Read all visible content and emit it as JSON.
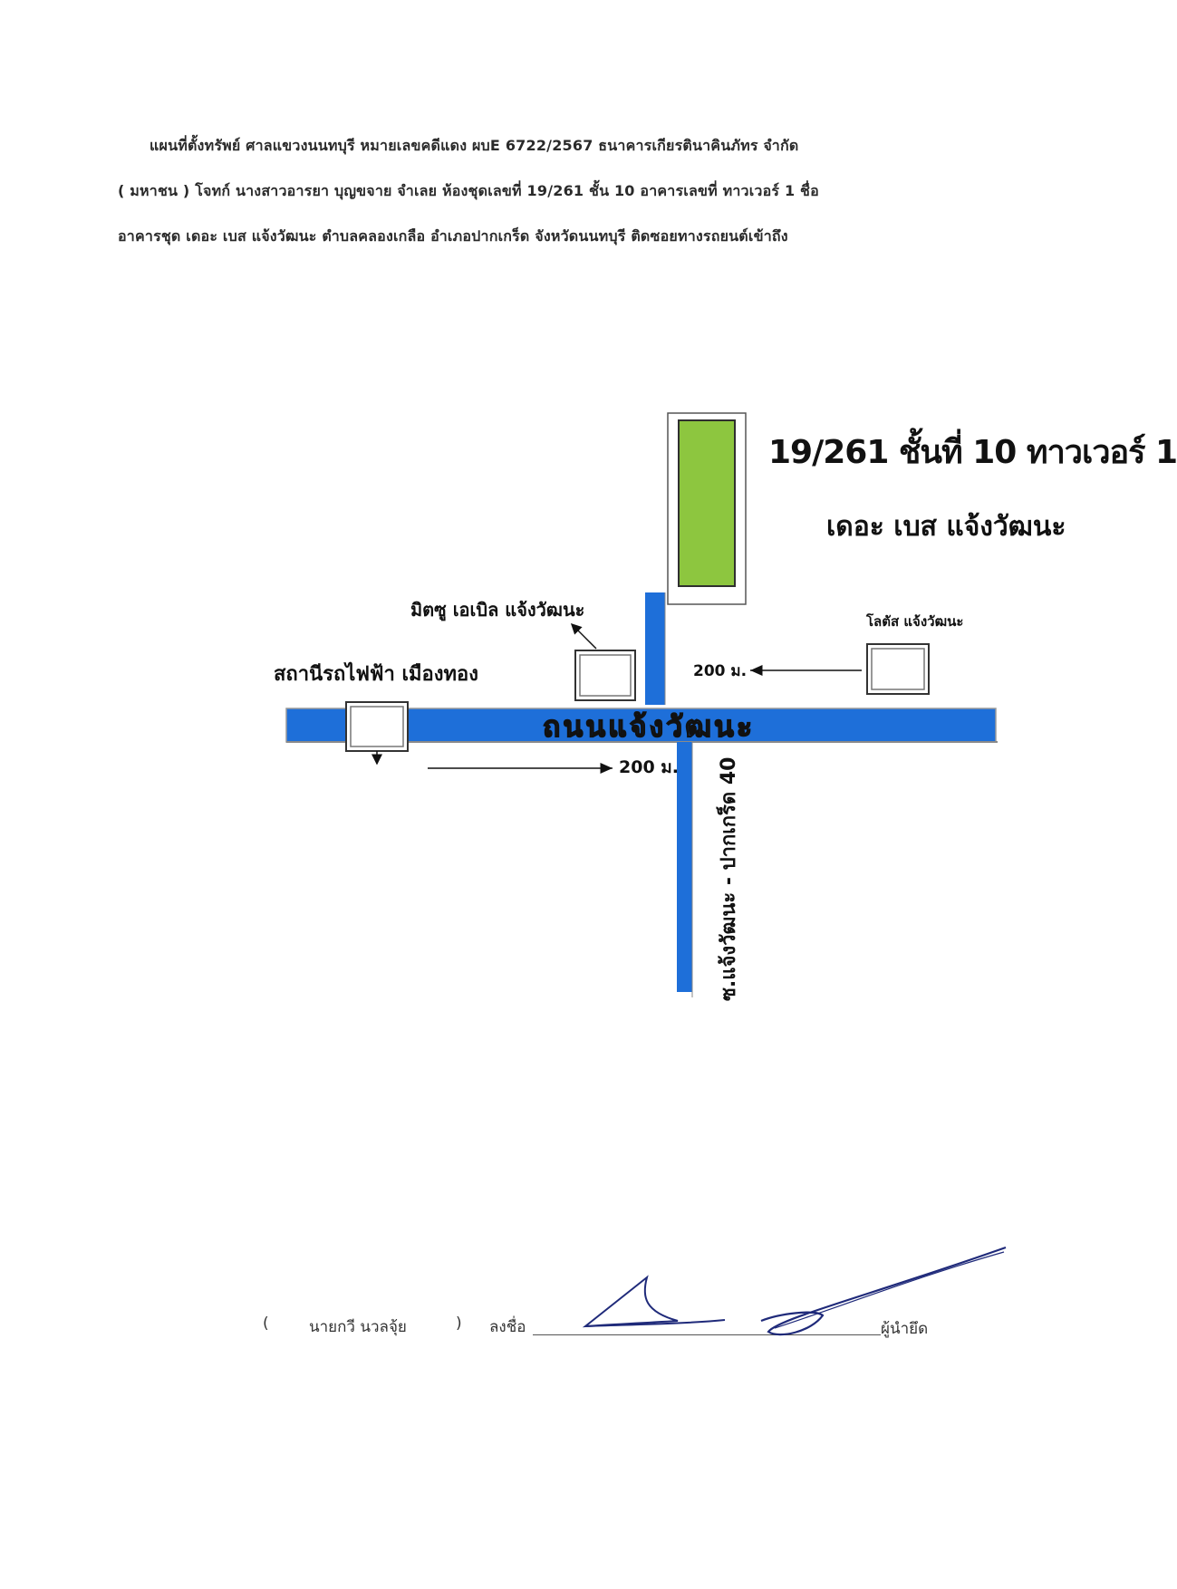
{
  "header": {
    "line1": "แผนที่ตั้งทรัพย์   ศาลแขวงนนทบุรี  หมายเลขคดีแดง ผบE 6722/2567  ธนาคารเกียรตินาคินภัทร จำกัด",
    "line2": "( มหาชน )  โจทก์   นางสาวอารยา บุญขจาย  จำเลย  ห้องชุดเลขที่ 19/261 ชั้น 10 อาคารเลขที่ ทาวเวอร์ 1 ชื่อ",
    "line3": "อาคารชุด เดอะ เบส แจ้งวัฒนะ  ตำบลคลองเกลือ  อำเภอปากเกร็ด  จังหวัดนนทบุรี ติดซอยทางรถยนต์เข้าถึง"
  },
  "map": {
    "property_title": "19/261 ชั้นที่ 10  ทาวเวอร์ 1",
    "property_subtitle": "เดอะ เบส แจ้งวัฒนะ",
    "landmark_mitsu": "มิตซู เอเบิล แจ้งวัฒนะ",
    "landmark_lotus": "โลตัส แจ้งวัฒนะ",
    "landmark_station": "สถานีรถไฟฟ้า เมืองทอง",
    "main_road": "ถนนแจ้งวัฒนะ",
    "side_road": "ซ.แจ้งวัฒนะ - ปากเกร็ด 40",
    "distance_upper": "200 ม.",
    "distance_lower": "200 ม.",
    "colors": {
      "road": "#1e6fd9",
      "property": "#8dc63f"
    }
  },
  "signature": {
    "open_paren": "(",
    "name": "นายกวี นวลจุ้ย",
    "close_paren": ")",
    "sign_label": "ลงชื่อ",
    "role": "ผู้นำยึด"
  }
}
